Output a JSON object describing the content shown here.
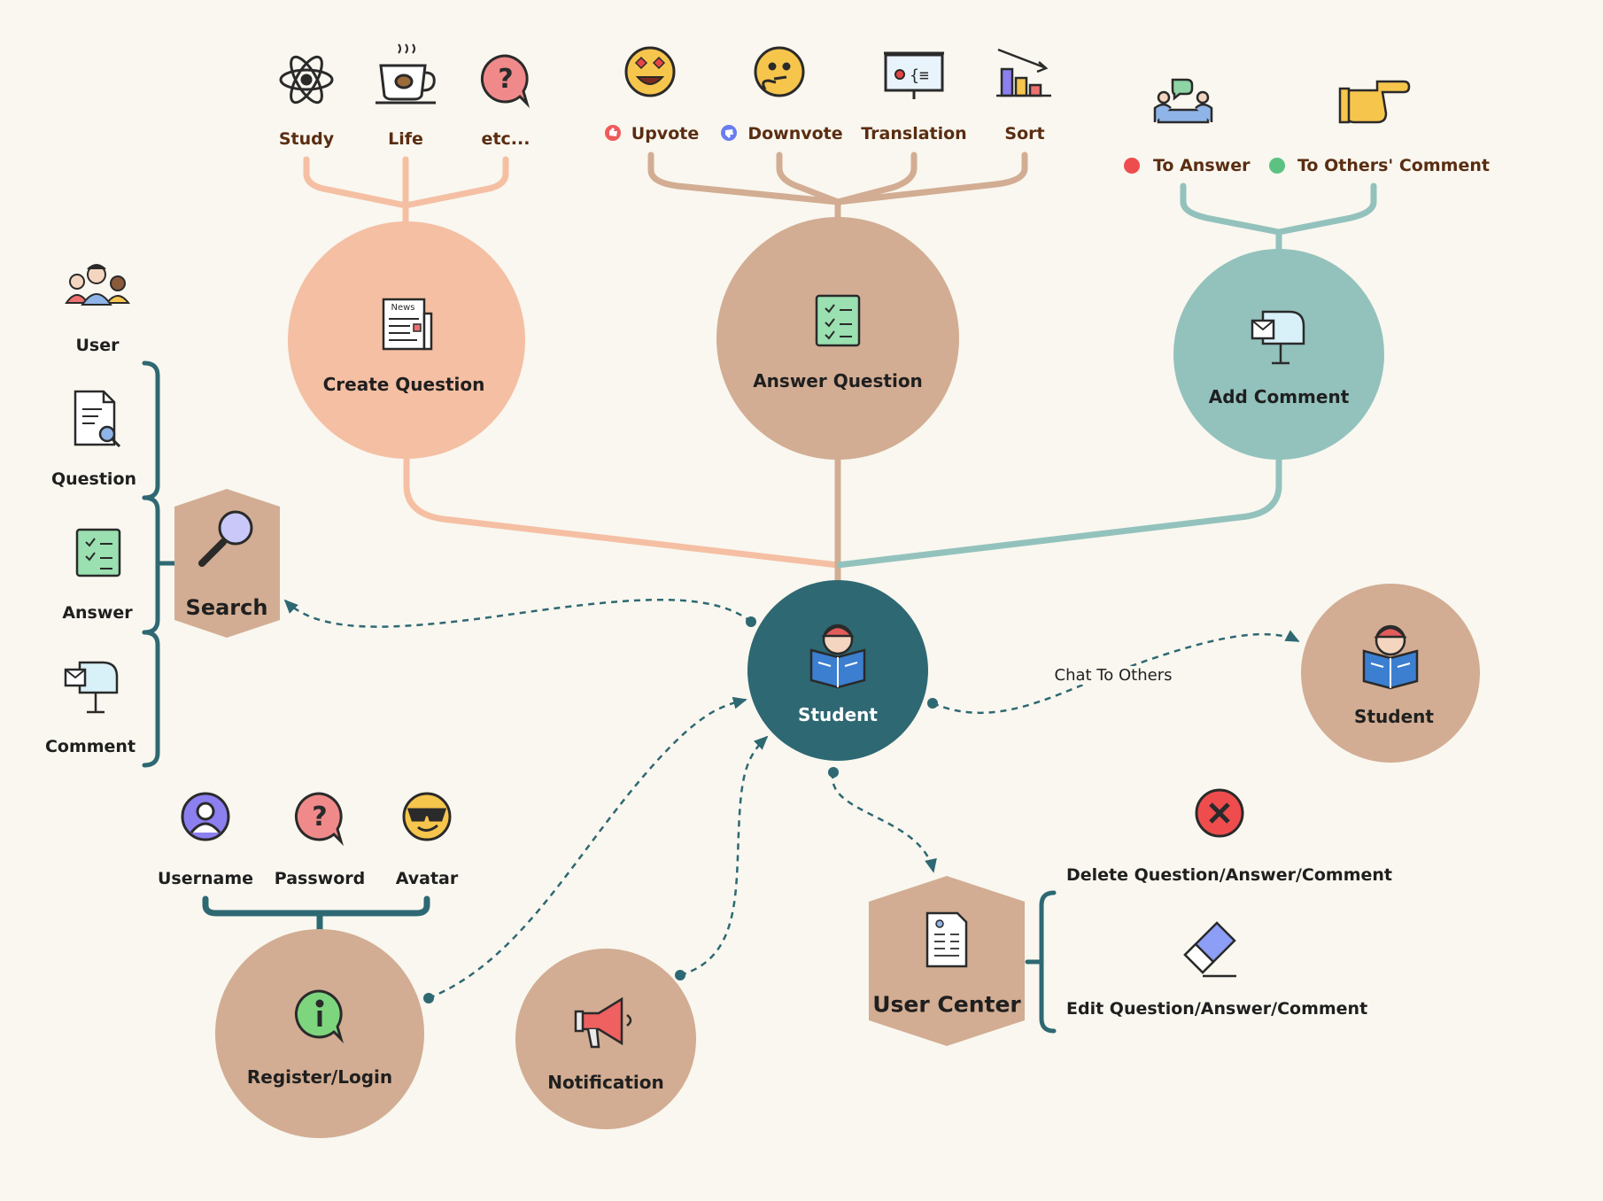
{
  "colors": {
    "background": "#f9f7ef",
    "peach": "#f5bfa3",
    "tan": "#d2ad93",
    "teal": "#93c2bd",
    "dark_teal": "#2e6873",
    "brown_text": "#5a2d12"
  },
  "nodes": {
    "create_question": "Create Question",
    "answer_question": "Answer Question",
    "add_comment": "Add Comment",
    "student_center": "Student",
    "student_other": "Student",
    "search": "Search",
    "user_center": "User Center",
    "register_login": "Register/Login",
    "notification": "Notification"
  },
  "create_question_branches": [
    "Study",
    "Life",
    "etc..."
  ],
  "answer_question_branches": [
    "Upvote",
    "Downvote",
    "Translation",
    "Sort"
  ],
  "comment_branches": [
    "To Answer",
    "To Others' Comment"
  ],
  "search_targets": [
    "User",
    "Question",
    "Answer",
    "Comment"
  ],
  "login_fields": [
    "Username",
    "Password",
    "Avatar"
  ],
  "user_center_actions": [
    "Delete Question/Answer/Comment",
    "Edit Question/Answer/Comment"
  ],
  "edge_labels": {
    "chat": "Chat To Others"
  }
}
